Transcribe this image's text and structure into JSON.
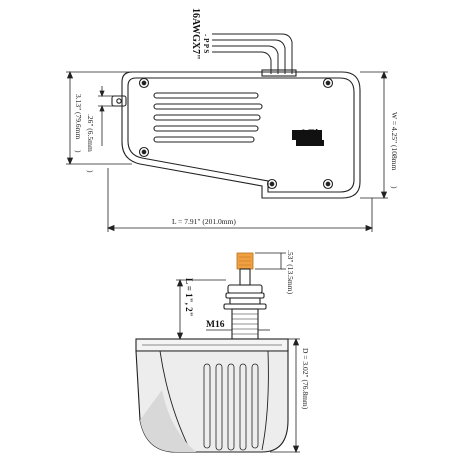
{
  "top_view": {
    "wire_gauge_label": "16AWGX7\"",
    "wire_sub_label": "- P P S",
    "logo_text": "AFi",
    "length_label": "L = 7.91\" (201.0mm)",
    "width_label": "W = 4.25\" (108mm",
    "offset_label": "3.13\" (79.6mm",
    "small_offset_label": ".26\" (6.5mm"
  },
  "side_view": {
    "shaft_height_label": ".53\" (13.5mm)",
    "shaft_length_label": "L = 1\", 2\"",
    "thread_label": "M16",
    "depth_label": "D = 3.02\" (76.8mm)"
  },
  "colors": {
    "line": "#222222",
    "shaft_tip": "#f0a040",
    "body_shade": "#e8e8e8"
  }
}
